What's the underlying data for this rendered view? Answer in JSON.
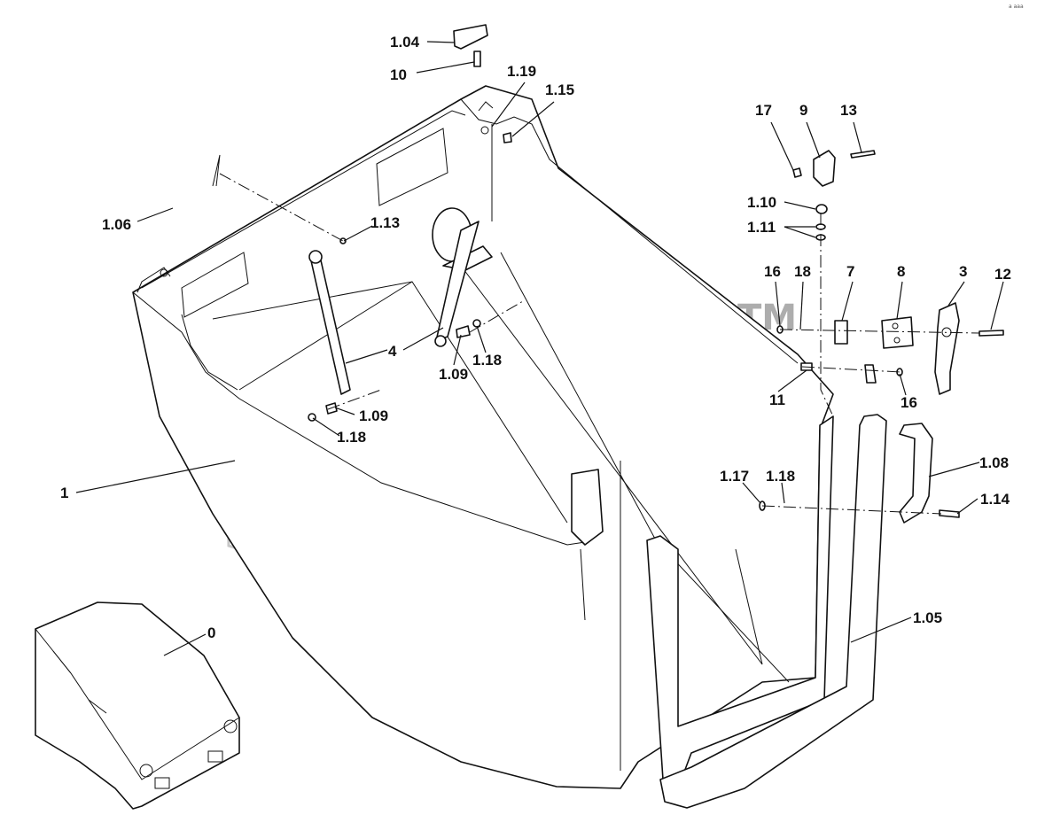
{
  "diagram": {
    "watermark": {
      "text": "gnd",
      "mark": "TM"
    },
    "corner_code": "a  aaa",
    "labels": [
      {
        "id": "l-104",
        "text": "1.04"
      },
      {
        "id": "l-10",
        "text": "10"
      },
      {
        "id": "l-119",
        "text": "1.19"
      },
      {
        "id": "l-115",
        "text": "1.15"
      },
      {
        "id": "l-17",
        "text": "17"
      },
      {
        "id": "l-9",
        "text": "9"
      },
      {
        "id": "l-13",
        "text": "13"
      },
      {
        "id": "l-106",
        "text": "1.06"
      },
      {
        "id": "l-113",
        "text": "1.13"
      },
      {
        "id": "l-110",
        "text": "1.10"
      },
      {
        "id": "l-111",
        "text": "1.11"
      },
      {
        "id": "l-16a",
        "text": "16"
      },
      {
        "id": "l-18a",
        "text": "18"
      },
      {
        "id": "l-7",
        "text": "7"
      },
      {
        "id": "l-8",
        "text": "8"
      },
      {
        "id": "l-3",
        "text": "3"
      },
      {
        "id": "l-12",
        "text": "12"
      },
      {
        "id": "l-4",
        "text": "4"
      },
      {
        "id": "l-118a",
        "text": "1.18"
      },
      {
        "id": "l-109a",
        "text": "1.09"
      },
      {
        "id": "l-109b",
        "text": "1.09"
      },
      {
        "id": "l-118b",
        "text": "1.18"
      },
      {
        "id": "l-11",
        "text": "11"
      },
      {
        "id": "l-16b",
        "text": "16"
      },
      {
        "id": "l-1",
        "text": "1"
      },
      {
        "id": "l-108",
        "text": "1.08"
      },
      {
        "id": "l-117",
        "text": "1.17"
      },
      {
        "id": "l-118c",
        "text": "1.18"
      },
      {
        "id": "l-114",
        "text": "1.14"
      },
      {
        "id": "l-0",
        "text": "0"
      },
      {
        "id": "l-105",
        "text": "1.05"
      }
    ]
  }
}
